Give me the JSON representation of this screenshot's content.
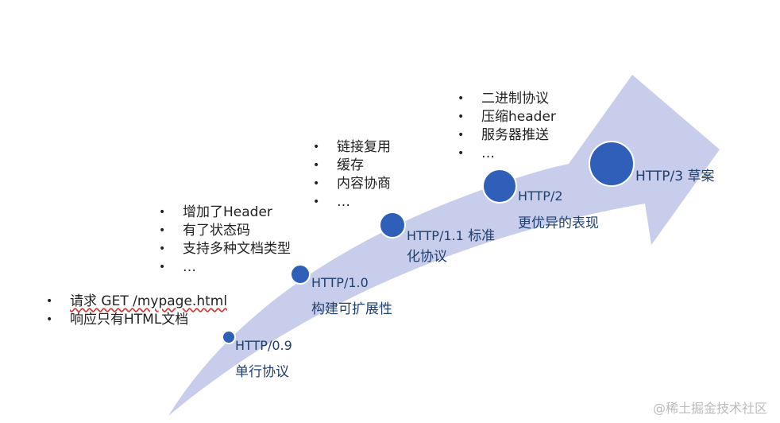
{
  "colors": {
    "arrow_fill": "#c7cdea",
    "node_fill": "#2f5fb8",
    "node_stroke": "#ffffff",
    "version_text": "#1f3f6e",
    "bullet_text": "#222222"
  },
  "stages": [
    {
      "version": "HTTP/0.9",
      "description": "单行协议",
      "bullets": [
        "请求 GET /mypage.html",
        "响应只有HTML文档"
      ]
    },
    {
      "version": "HTTP/1.0",
      "description": "构建可扩展性",
      "bullets": [
        "增加了Header",
        "有了状态码",
        "支持多种文档类型",
        "…"
      ]
    },
    {
      "version": "HTTP/1.1",
      "description": "标准化协议",
      "bullets": [
        "链接复用",
        "缓存",
        "内容协商",
        "…"
      ]
    },
    {
      "version": "HTTP/2",
      "description": "更优异的表现",
      "bullets": [
        "二进制协议",
        "压缩header",
        "服务器推送",
        "…"
      ]
    },
    {
      "version": "HTTP/3",
      "description": "草案",
      "bullets": []
    }
  ],
  "watermark": "@稀土掘金技术社区"
}
